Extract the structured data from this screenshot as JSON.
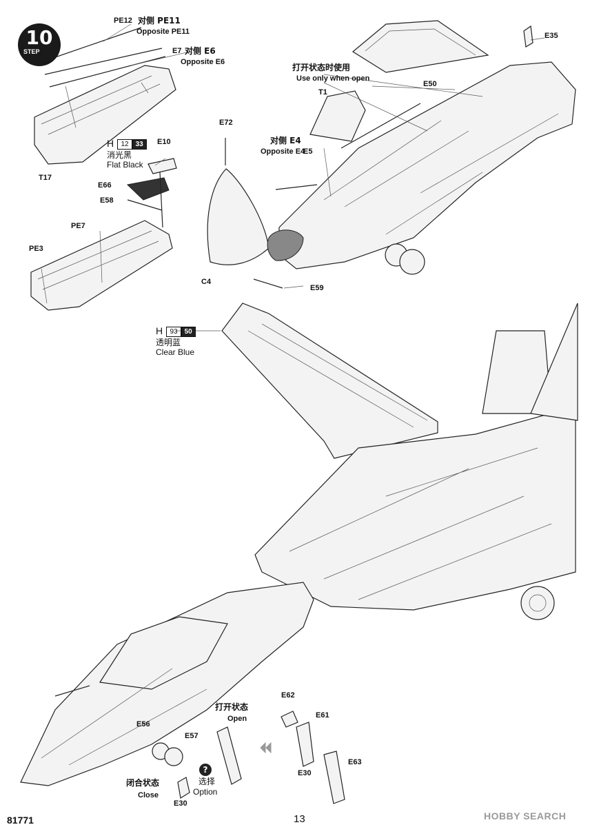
{
  "step": {
    "number": "10",
    "word": "STEP"
  },
  "paints": [
    {
      "letter": "H",
      "code": "12",
      "alt": "33",
      "name_cn": "消光黑",
      "name_en": "Flat Black"
    },
    {
      "letter": "H",
      "code": "93",
      "alt": "50",
      "name_cn": "透明蓝",
      "name_en": "Clear Blue"
    }
  ],
  "labels": {
    "pe12": "PE12",
    "opp_pe11_cn": "对侧 PE11",
    "opp_pe11_en": "Opposite PE11",
    "e7": "E7",
    "opp_e6_cn": "对侧 E6",
    "opp_e6_en": "Opposite E6",
    "t17": "T17",
    "e10": "E10",
    "e66": "E66",
    "e58": "E58",
    "pe7": "PE7",
    "pe3": "PE3",
    "e72": "E72",
    "c4": "C4",
    "e59": "E59",
    "e35": "E35",
    "open_cn": "打开状态时使用",
    "open_en": "Use only when open",
    "t1": "T1",
    "e50": "E50",
    "opp_e4_cn": "对侧 E4",
    "opp_e4_en": "Opposite E4",
    "e5": "E5",
    "e56": "E56",
    "e57": "E57",
    "open2_cn": "打开状态",
    "open2_en": "Open",
    "e62": "E62",
    "e61": "E61",
    "e63": "E63",
    "e30": "E30",
    "e30b": "E30",
    "close_cn": "闭合状态",
    "close_en": "Close",
    "option_cn": "选择",
    "option_en": "Option"
  },
  "footer": {
    "code": "81771",
    "page": "13",
    "watermark": "HOBBY SEARCH"
  }
}
